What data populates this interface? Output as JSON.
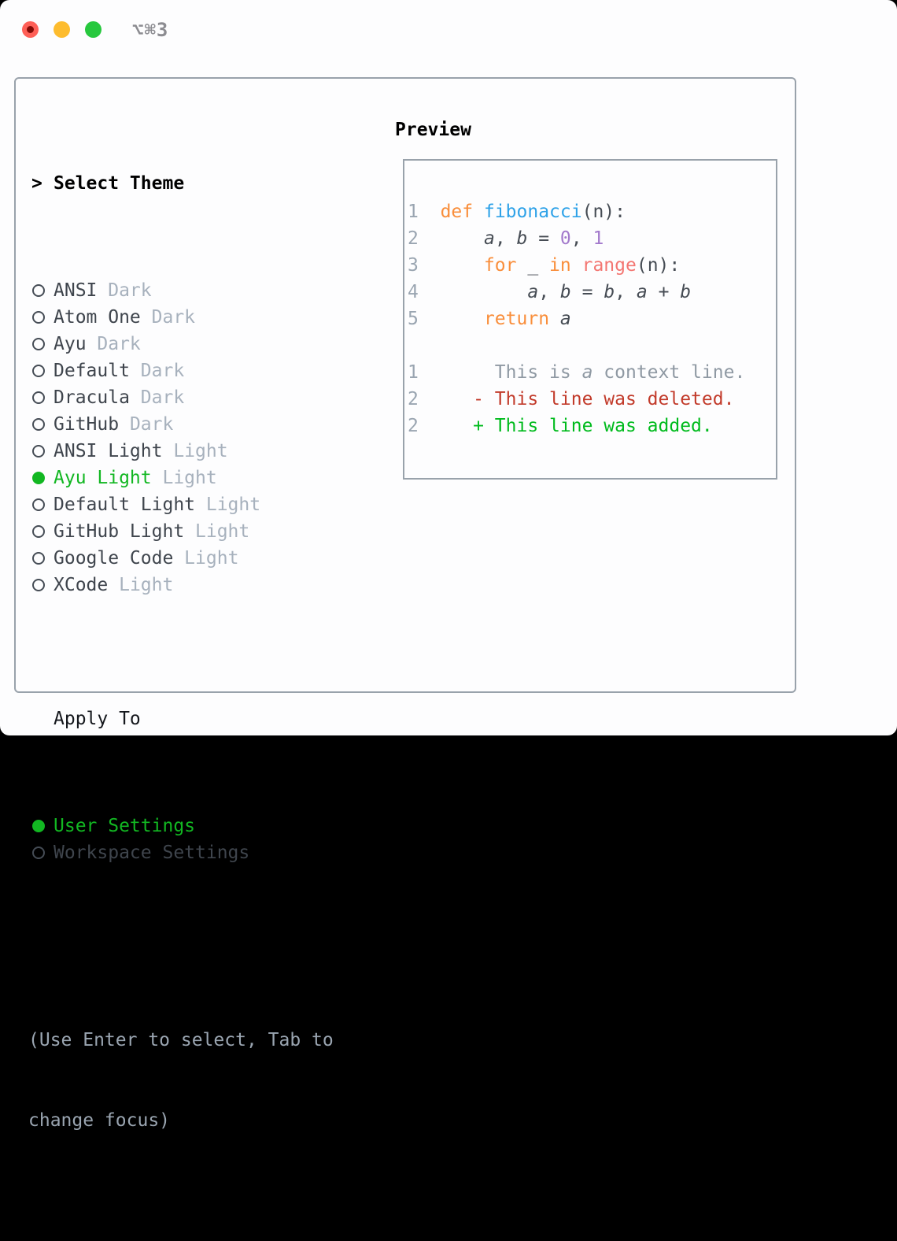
{
  "window": {
    "title": "⌥⌘3"
  },
  "titlebar": {
    "close_color": "#fe5f57",
    "close_dot_color": "#820a05",
    "minimize_color": "#fdbc2e",
    "zoom_color": "#27c83e",
    "title_color": "#8c8c91"
  },
  "glyphs": {
    "cursor": ">",
    "radio_selected": "●",
    "radio_unselected": "○"
  },
  "colors": {
    "frame_border": "#99a2ab",
    "text": "#3f454d",
    "muted": "#a7b1bd",
    "hint": "#9aa5b1",
    "selected_green": "#12b722",
    "header": "#000000"
  },
  "theme_panel": {
    "header": "Select Theme",
    "themes": [
      {
        "name": "ANSI",
        "variant": "Dark",
        "selected": false
      },
      {
        "name": "Atom One",
        "variant": "Dark",
        "selected": false
      },
      {
        "name": "Ayu",
        "variant": "Dark",
        "selected": false
      },
      {
        "name": "Default",
        "variant": "Dark",
        "selected": false
      },
      {
        "name": "Dracula",
        "variant": "Dark",
        "selected": false
      },
      {
        "name": "GitHub",
        "variant": "Dark",
        "selected": false
      },
      {
        "name": "ANSI Light",
        "variant": "Light",
        "selected": false
      },
      {
        "name": "Ayu Light",
        "variant": "Light",
        "selected": true
      },
      {
        "name": "Default Light",
        "variant": "Light",
        "selected": false
      },
      {
        "name": "GitHub Light",
        "variant": "Light",
        "selected": false
      },
      {
        "name": "Google Code",
        "variant": "Light",
        "selected": false
      },
      {
        "name": "XCode",
        "variant": "Light",
        "selected": false
      }
    ],
    "apply_to": {
      "header": "Apply To",
      "options": [
        {
          "label": "User Settings",
          "selected": true
        },
        {
          "label": "Workspace Settings",
          "selected": false
        }
      ]
    },
    "hint_lines": [
      "(Use Enter to select, Tab to",
      "change focus)"
    ]
  },
  "preview": {
    "title": "Preview",
    "palette": {
      "num": {
        "color": "#9aa5b1"
      },
      "plain": {
        "color": "#464c54"
      },
      "kw": {
        "color": "#f98e3b"
      },
      "fn": {
        "color": "#2ea2e8"
      },
      "const": {
        "color": "#a37acc"
      },
      "special": {
        "color": "#f37672"
      },
      "var": {
        "color": "#464c54",
        "italic": true
      },
      "ctx": {
        "color": "#8f99a3"
      },
      "ctxit": {
        "color": "#8f99a3",
        "italic": true
      },
      "del": {
        "color": "#c23b2b"
      },
      "add": {
        "color": "#00bb1d"
      }
    },
    "lines": [
      [
        [
          "1",
          "num"
        ],
        [
          "  ",
          "plain"
        ],
        [
          "def",
          "kw"
        ],
        [
          " ",
          "plain"
        ],
        [
          "fibonacci",
          "fn"
        ],
        [
          "(n):",
          "plain"
        ]
      ],
      [
        [
          "2",
          "num"
        ],
        [
          "      ",
          "plain"
        ],
        [
          "a",
          "var"
        ],
        [
          ", ",
          "plain"
        ],
        [
          "b",
          "var"
        ],
        [
          " = ",
          "plain"
        ],
        [
          "0",
          "const"
        ],
        [
          ", ",
          "plain"
        ],
        [
          "1",
          "const"
        ]
      ],
      [
        [
          "3",
          "num"
        ],
        [
          "      ",
          "plain"
        ],
        [
          "for",
          "kw"
        ],
        [
          " _ ",
          "plain"
        ],
        [
          "in",
          "kw"
        ],
        [
          " ",
          "plain"
        ],
        [
          "range",
          "special"
        ],
        [
          "(n):",
          "plain"
        ]
      ],
      [
        [
          "4",
          "num"
        ],
        [
          "          ",
          "plain"
        ],
        [
          "a",
          "var"
        ],
        [
          ", ",
          "plain"
        ],
        [
          "b",
          "var"
        ],
        [
          " = ",
          "plain"
        ],
        [
          "b",
          "var"
        ],
        [
          ", ",
          "plain"
        ],
        [
          "a",
          "var"
        ],
        [
          " + ",
          "plain"
        ],
        [
          "b",
          "var"
        ]
      ],
      [
        [
          "5",
          "num"
        ],
        [
          "      ",
          "plain"
        ],
        [
          "return",
          "kw"
        ],
        [
          " ",
          "plain"
        ],
        [
          "a",
          "var"
        ]
      ],
      [],
      [
        [
          "1",
          "num"
        ],
        [
          "       ",
          "ctx"
        ],
        [
          "This is ",
          "ctx"
        ],
        [
          "a",
          "ctxit"
        ],
        [
          " context line.",
          "ctx"
        ]
      ],
      [
        [
          "2",
          "num"
        ],
        [
          "     ",
          "del"
        ],
        [
          "- This line was deleted.",
          "del"
        ]
      ],
      [
        [
          "2",
          "num"
        ],
        [
          "     ",
          "add"
        ],
        [
          "+ This line was added.",
          "add"
        ]
      ]
    ]
  }
}
